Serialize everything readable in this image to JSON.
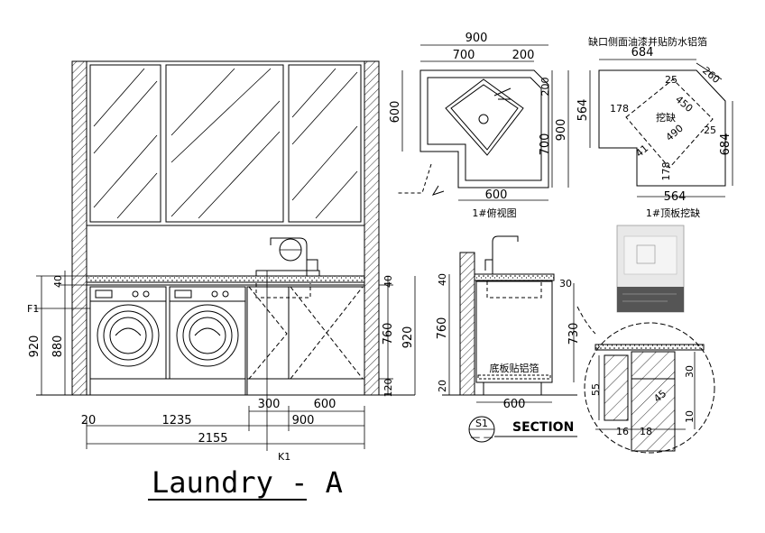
{
  "title": "Laundry - A",
  "section_label": "SECTION",
  "section_tag": "S1",
  "section_tag_sub": "— —",
  "callout_f1": "F1",
  "callout_k1": "K1",
  "elevation": {
    "dims_left_outer": "920",
    "dims_left_inner": "880",
    "dims_left_top": "40",
    "dims_right_40": "40",
    "dims_right_760": "760",
    "dims_right_920": "920",
    "dims_right_120": "120",
    "bottom_300": "300",
    "bottom_600": "600",
    "bottom_20": "20",
    "bottom_1235": "1235",
    "bottom_900": "900",
    "bottom_2155": "2155"
  },
  "plan": {
    "top_900": "900",
    "top_700": "700",
    "top_200": "200",
    "left_600": "600",
    "right_200": "200",
    "right_700": "700",
    "right_900": "900",
    "bottom_600": "600",
    "caption": "1#俯视图"
  },
  "notch": {
    "note": "缺口侧面油漆并贴防水铝箔",
    "top_684": "684",
    "diag_260": "260",
    "d25a": "25",
    "d450": "450",
    "d178a": "178",
    "label": "挖缺",
    "d490": "490",
    "d25b": "25",
    "left_564": "564",
    "right_684": "684",
    "d41": "41",
    "d178b": "178",
    "bottom_564": "564",
    "caption": "1#顶板挖缺"
  },
  "section": {
    "d40": "40",
    "d760": "760",
    "d730": "730",
    "d20": "20",
    "d30": "30",
    "bottom_600": "600",
    "label": "底板贴铝箔"
  },
  "detail": {
    "d55": "55",
    "d30": "30",
    "d45": "45",
    "d10": "10",
    "d16": "16",
    "d18": "18"
  }
}
